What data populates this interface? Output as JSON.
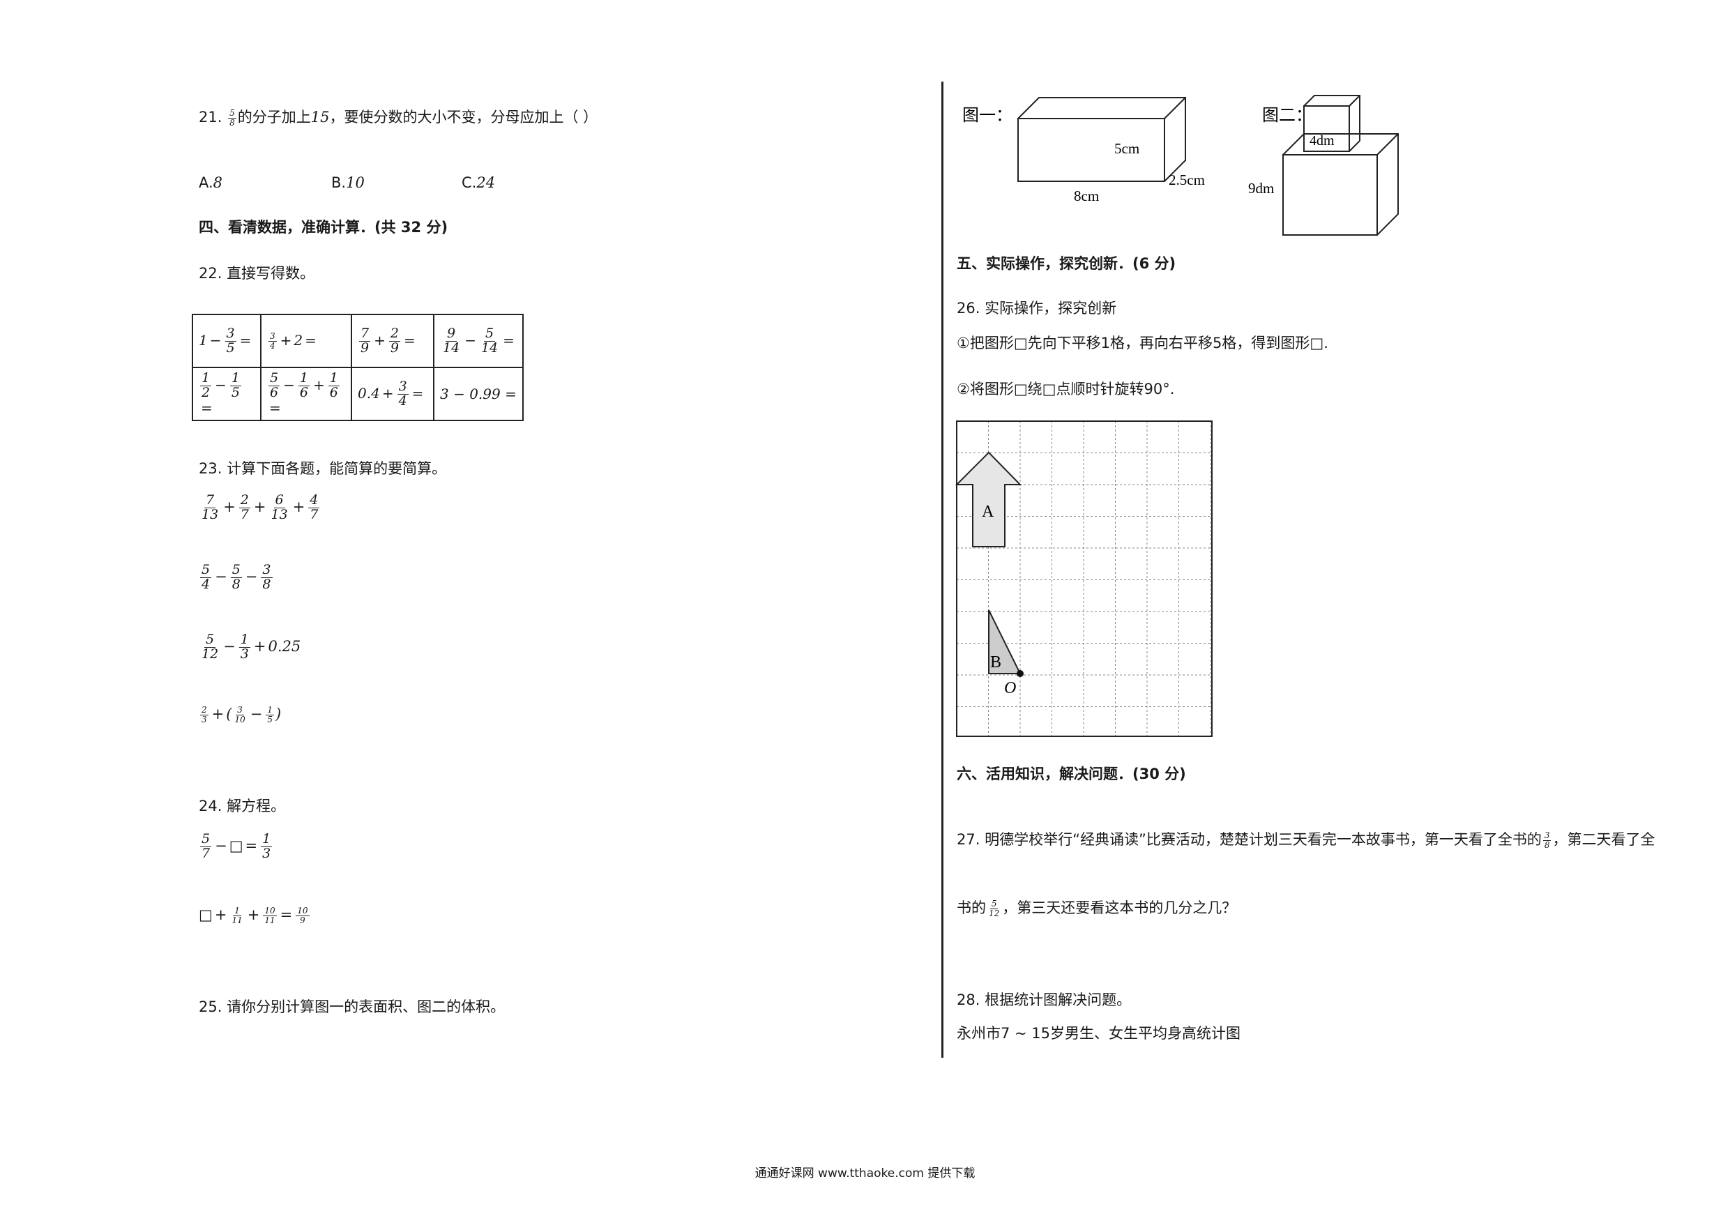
{
  "q21": {
    "num": "21.",
    "frac": {
      "n": "5",
      "d": "8"
    },
    "text_a": "的分子加上",
    "value": "15",
    "text_b": "，要使分数的大小不变，分母应加上（    ）",
    "options": [
      {
        "label": "A.",
        "value": "8"
      },
      {
        "label": "B.",
        "value": "10"
      },
      {
        "label": "C.",
        "value": "24"
      }
    ]
  },
  "section4": {
    "title": "四、看清数据，准确计算．(共 32 分)"
  },
  "q22": {
    "title": "22. 直接写得数。",
    "cells": {
      "r1c1": {
        "a": "1",
        "n": "3",
        "d": "5"
      },
      "r1c2": {
        "n": "3",
        "d": "4",
        "b": "2"
      },
      "r1c3": {
        "n1": "7",
        "d1": "9",
        "n2": "2",
        "d2": "9"
      },
      "r1c4": {
        "n1": "9",
        "d1": "14",
        "n2": "5",
        "d2": "14"
      },
      "r2c1": {
        "n1": "1",
        "d1": "2",
        "n2": "1",
        "d2": "5"
      },
      "r2c2": {
        "n1": "5",
        "d1": "6",
        "n2": "1",
        "d2": "6",
        "n3": "1",
        "d3": "6"
      },
      "r2c3": {
        "a": "0.4",
        "n": "3",
        "d": "4"
      },
      "r2c4": {
        "text": "3 − 0.99 ="
      }
    }
  },
  "q23": {
    "title": "23. 计算下面各题，能简算的要简算。",
    "e1": {
      "n1": "7",
      "d1": "13",
      "n2": "2",
      "d2": "7",
      "n3": "6",
      "d3": "13",
      "n4": "4",
      "d4": "7"
    },
    "e2": {
      "n1": "5",
      "d1": "4",
      "n2": "5",
      "d2": "8",
      "n3": "3",
      "d3": "8"
    },
    "e3": {
      "n1": "5",
      "d1": "12",
      "n2": "1",
      "d2": "3",
      "c": "0.25"
    },
    "e4": {
      "n1": "2",
      "d1": "3",
      "n2": "3",
      "d2": "10",
      "n3": "1",
      "d3": "5"
    }
  },
  "q24": {
    "title": "24. 解方程。",
    "e1": {
      "n1": "5",
      "d1": "7",
      "x": "□",
      "n2": "1",
      "d2": "3"
    },
    "e2": {
      "x": "□",
      "n1": "1",
      "d1": "11",
      "n2": "10",
      "d2": "11",
      "n3": "10",
      "d3": "9"
    }
  },
  "q25": {
    "title": "25. 请你分别计算图一的表面积、图二的体积。"
  },
  "figures": {
    "fig1": {
      "label": "图一：",
      "height": "5cm",
      "depth": "2.5cm",
      "length": "8cm"
    },
    "fig2": {
      "label": "图二：",
      "small": "4dm",
      "large": "9dm"
    }
  },
  "section5": {
    "title": "五、实际操作，探究创新．(6 分)"
  },
  "q26": {
    "title": "26. 实际操作，探究创新",
    "step1": "①把图形□先向下平移1格，再向右平移5格，得到图形□.",
    "step2": "②将图形□绕□点顺时针旋转90°.",
    "shapes": {
      "a": "A",
      "b": "B",
      "o": "O"
    }
  },
  "section6": {
    "title": "六、活用知识，解决问题．(30 分)"
  },
  "q27": {
    "line1_a": "27. 明德学校举行“经典诵读”比赛活动，楚楚计划三天看完一本故事书，第一天看了全书的",
    "f1": {
      "n": "3",
      "d": "8"
    },
    "line1_b": "，第二天看了全",
    "line2_a": "书的",
    "f2": {
      "n": "5",
      "d": "12"
    },
    "line2_b": "，第三天还要看这本书的几分之几？"
  },
  "q28": {
    "title": "28. 根据统计图解决问题。",
    "caption": "永州市7 ~ 15岁男生、女生平均身高统计图"
  },
  "footer": "通通好课网 www.tthaoke.com 提供下载"
}
